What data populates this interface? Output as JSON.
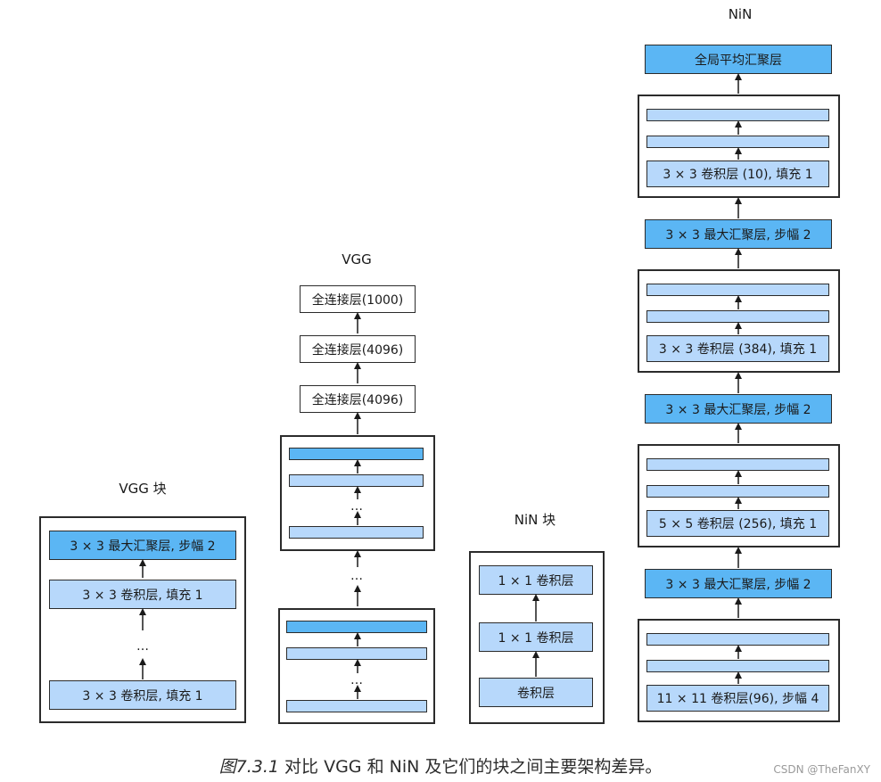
{
  "vgg_block": {
    "title": "VGG 块",
    "pool": "3 × 3 最大汇聚层, 步幅 2",
    "conv_top": "3 × 3 卷积层, 填充 1",
    "ellipsis": "…",
    "conv_bottom": "3 × 3 卷积层, 填充 1"
  },
  "vgg": {
    "title": "VGG",
    "fc1": "全连接层(1000)",
    "fc2": "全连接层(4096)",
    "fc3": "全连接层(4096)",
    "ellipsis": "…"
  },
  "nin_block": {
    "title": "NiN 块",
    "conv1": "1 × 1 卷积层",
    "conv2": "1 × 1 卷积层",
    "conv3": "卷积层"
  },
  "nin": {
    "title": "NiN",
    "gap": "全局平均汇聚层",
    "conv_10": "3 × 3 卷积层 (10), 填充 1",
    "pool_3": "3 × 3 最大汇聚层, 步幅 2",
    "conv_384": "3 × 3 卷积层 (384), 填充 1",
    "pool_2": "3 × 3 最大汇聚层, 步幅 2",
    "conv_256": "5 × 5 卷积层 (256), 填充 1",
    "pool_1": "3 × 3 最大汇聚层, 步幅 2",
    "conv_96": "11 × 11 卷积层(96), 步幅 4"
  },
  "caption": {
    "label": "图7.3.1",
    "text": "对比 VGG 和 NiN 及它们的块之间主要架构差异。"
  },
  "watermark": "CSDN @TheFanXY",
  "colors": {
    "light_blue": "#b7d8fb",
    "dark_blue": "#5bb6f4",
    "stroke": "#2b2b2b"
  }
}
